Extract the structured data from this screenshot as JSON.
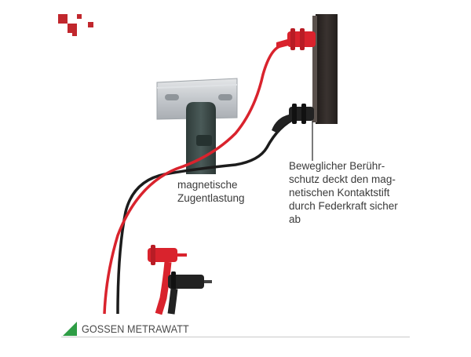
{
  "labels": {
    "strain_relief": "magnetische\nZugentlastung",
    "touch_protection": "Beweglicher Berühr-\nschutz deckt den mag-\nnetischen Kontaktstift\ndurch Federkraft sicher\nab"
  },
  "brand": {
    "name": "GOSSEN METRAWATT"
  },
  "colors": {
    "lead_red": "#d9232d",
    "lead_black": "#1c1c1c",
    "rail_metal": "#c7cbcf",
    "clip_dark": "#3b4a48",
    "panel": "#2b2623",
    "logo_square": "#c1272d",
    "brand_green": "#2e9d45"
  }
}
